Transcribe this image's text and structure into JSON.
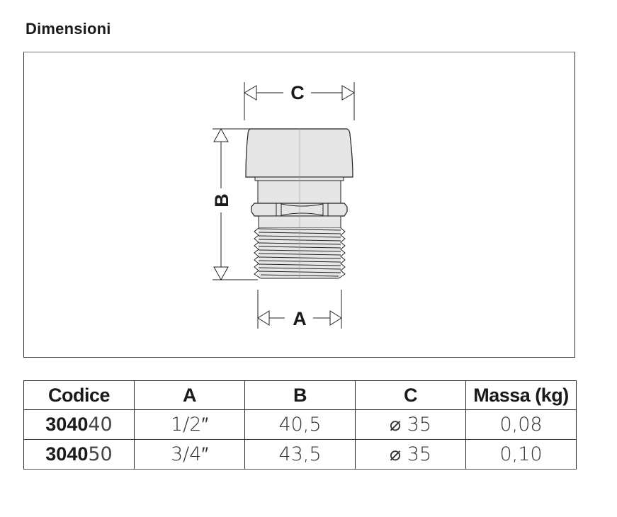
{
  "title": "Dimensioni",
  "figure": {
    "dimension_labels": {
      "top": "C",
      "side": "B",
      "bottom": "A"
    },
    "fill_color": "#e6e6e7",
    "line_color": "#222222"
  },
  "table": {
    "headers": [
      "Codice",
      "A",
      "B",
      "C",
      "Massa (kg)"
    ],
    "rows": [
      {
        "code_prefix": "3040",
        "code_suffix": "40",
        "A": "1/2″",
        "B": "40,5",
        "C": "⌀ 35",
        "mass": "0,08"
      },
      {
        "code_prefix": "3040",
        "code_suffix": "50",
        "A": "3/4″",
        "B": "43,5",
        "C": "⌀ 35",
        "mass": "0,10"
      }
    ]
  }
}
